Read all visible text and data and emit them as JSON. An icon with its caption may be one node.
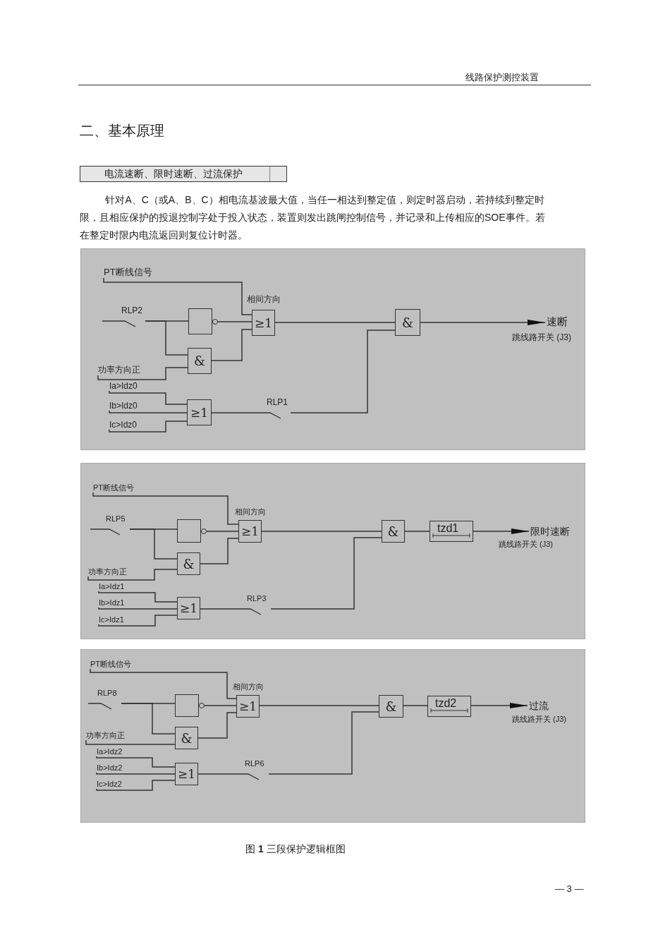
{
  "diagram": {
    "caption": "图 **1** 三段保护逻辑框图",
    "nodes": [
      {
        "text": [
          "PT断线信号"
        ]
      },
      {
        "text": [
          "RLP2"
        ]
      },
      {
        "text": [],
        "shape": "box"
      },
      {
        "text": [
          "≥1"
        ],
        "beside": [
          "相间方向"
        ]
      },
      {
        "text": [
          "&"
        ]
      },
      {
        "text": [
          "速断"
        ],
        "beside": [
          "跳线路开关 (J3)"
        ]
      },
      {
        "text": [
          "&"
        ]
      },
      {
        "text": [
          "功率方向正"
        ]
      },
      {
        "text": [
          "Ia>Idz0"
        ]
      },
      {
        "text": [
          "Ib>Idz0"
        ]
      },
      {
        "text": [
          "Ic>Idz0"
        ]
      },
      {
        "text": [
          "≥1"
        ]
      },
      {
        "text": [
          "RLP1"
        ]
      },
      {
        "text": [
          "PT断线信号"
        ]
      },
      {
        "text": [
          "RLP5"
        ]
      },
      {
        "text": [],
        "shape": "box"
      },
      {
        "text": [
          "≥1"
        ],
        "beside": [
          "相间方向"
        ]
      },
      {
        "text": [
          "&"
        ]
      },
      {
        "text": [
          "tzd1"
        ]
      },
      {
        "text": [
          "限时速断"
        ],
        "beside": [
          "跳线路开关 (J3)"
        ]
      },
      {
        "text": [
          "&"
        ]
      },
      {
        "text": [
          "功率方向正"
        ]
      },
      {
        "text": [
          "Ia>Idz1"
        ]
      },
      {
        "text": [
          "Ib>Idz1"
        ]
      },
      {
        "text": [
          "Ic>Idz1"
        ]
      },
      {
        "text": [
          "≥1"
        ]
      },
      {
        "text": [
          "RLP3"
        ]
      },
      {
        "text": [
          "PT断线信号"
        ]
      },
      {
        "text": [
          "RLP8"
        ]
      },
      {
        "text": [],
        "shape": "box"
      },
      {
        "text": [
          "≥1"
        ],
        "beside": [
          "相间方向"
        ]
      },
      {
        "text": [
          "&"
        ]
      },
      {
        "text": [
          "tzd2"
        ]
      },
      {
        "text": [
          "过流"
        ],
        "beside": [
          "跳线路开关 (J3)"
        ]
      },
      {
        "text": [
          "&"
        ]
      },
      {
        "text": [
          "功率方向正"
        ]
      },
      {
        "text": [
          "Ia>Idz2"
        ]
      },
      {
        "text": [
          "Ib>Idz2"
        ]
      },
      {
        "text": [
          "Ic>Idz2"
        ]
      },
      {
        "text": [
          "≥1"
        ]
      },
      {
        "text": [
          "RLP6"
        ]
      }
    ],
    "edges": [
      {
        "from": null,
        "to": 1,
        "arrow": "none"
      },
      {
        "from": 0,
        "to": 3,
        "arrow": "none"
      },
      {
        "from": 1,
        "to": 2,
        "arrow": "none"
      },
      {
        "from": 1,
        "to": 6,
        "arrow": "none"
      },
      {
        "from": 7,
        "to": 6,
        "arrow": "none"
      },
      {
        "from": 2,
        "to": 3,
        "arrow": "other"
      },
      {
        "from": 6,
        "to": 3,
        "arrow": "none"
      },
      {
        "from": 3,
        "to": 4,
        "arrow": "none"
      },
      {
        "from": 8,
        "to": 11,
        "arrow": "none"
      },
      {
        "from": 9,
        "to": 11,
        "arrow": "none"
      },
      {
        "from": 10,
        "to": 11,
        "arrow": "none"
      },
      {
        "from": 11,
        "to": 12,
        "arrow": "none"
      },
      {
        "from": 12,
        "to": 4,
        "arrow": "none"
      },
      {
        "from": 4,
        "to": 5,
        "arrow": "to"
      },
      {
        "from": null,
        "to": 14,
        "arrow": "none"
      },
      {
        "from": 13,
        "to": 16,
        "arrow": "none"
      },
      {
        "from": 14,
        "to": 15,
        "arrow": "none"
      },
      {
        "from": 14,
        "to": 20,
        "arrow": "none"
      },
      {
        "from": 21,
        "to": 20,
        "arrow": "none"
      },
      {
        "from": 15,
        "to": 16,
        "arrow": "other"
      },
      {
        "from": 20,
        "to": 16,
        "arrow": "none"
      },
      {
        "from": 16,
        "to": 17,
        "arrow": "none"
      },
      {
        "from": 22,
        "to": 25,
        "arrow": "none"
      },
      {
        "from": 23,
        "to": 25,
        "arrow": "none"
      },
      {
        "from": 24,
        "to": 25,
        "arrow": "none"
      },
      {
        "from": 25,
        "to": 26,
        "arrow": "none"
      },
      {
        "from": 26,
        "to": 17,
        "arrow": "none"
      },
      {
        "from": 17,
        "to": 18,
        "arrow": "none"
      },
      {
        "from": 18,
        "to": 19,
        "arrow": "to"
      },
      {
        "from": null,
        "to": 28,
        "arrow": "none"
      },
      {
        "from": 27,
        "to": 30,
        "arrow": "none"
      },
      {
        "from": 28,
        "to": 29,
        "arrow": "none"
      },
      {
        "from": 28,
        "to": 34,
        "arrow": "none"
      },
      {
        "from": 35,
        "to": 34,
        "arrow": "none"
      },
      {
        "from": 29,
        "to": 30,
        "arrow": "other"
      },
      {
        "from": 34,
        "to": 30,
        "arrow": "none"
      },
      {
        "from": 30,
        "to": 31,
        "arrow": "none"
      },
      {
        "from": 36,
        "to": 39,
        "arrow": "none"
      },
      {
        "from": 37,
        "to": 39,
        "arrow": "none"
      },
      {
        "from": 38,
        "to": 39,
        "arrow": "none"
      },
      {
        "from": 39,
        "to": 40,
        "arrow": "none"
      },
      {
        "from": 40,
        "to": 31,
        "arrow": "none"
      },
      {
        "from": 31,
        "to": 32,
        "arrow": "none"
      },
      {
        "from": 32,
        "to": 33,
        "arrow": "to"
      }
    ],
    "labels": [
      "线路保护测控装置",
      "二、基本原理",
      "电流速断、限时速断、过流保护",
      "针对A、C（或A、B、C）相电流基波最大值，当任一相达到整定值，则定时器启动，若持续到整定时限，且相应保护的投退控制字处于投入状态，装置则发出跳闸控制信号，并记录和上传相应的SOE事件。若在整定时限内电流返回则复位计时器。",
      "— 3 —"
    ]
  }
}
